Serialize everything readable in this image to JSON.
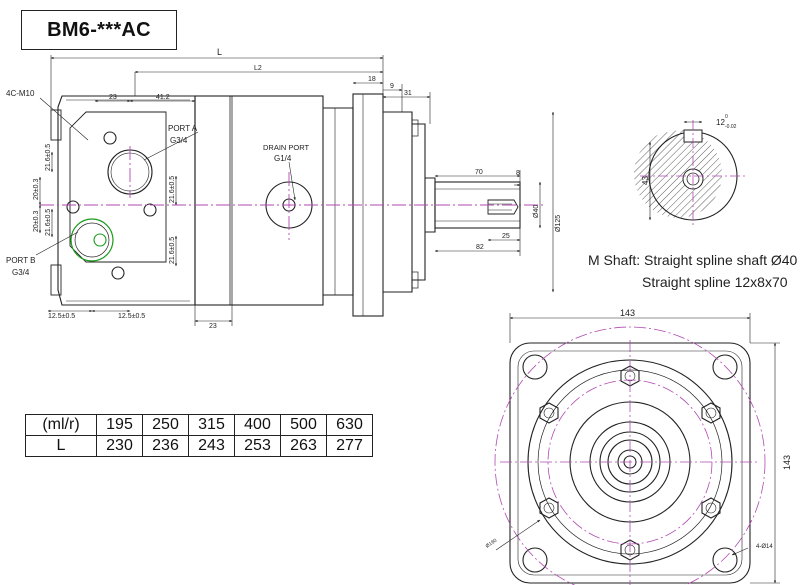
{
  "title": "BM6-***AC",
  "dimensions": {
    "L": "L",
    "L2": "L2",
    "d18": "18",
    "d9": "9",
    "d31": "31",
    "d23_top": "23",
    "d41_2": "41.2",
    "d23_bottom": "23",
    "d70": "70",
    "d8": "8",
    "d25": "25",
    "d82": "82",
    "d12_5_left": "12.5±0.5",
    "d12_5_right": "12.5±0.5",
    "d21_6_a": "21.6±0.5",
    "d21_6_b": "21.6±0.5",
    "d21_6_c": "21.6±0.5",
    "d21_6_d": "21.6±0.5",
    "d20_a": "20±0.3",
    "d20_b": "20±0.3",
    "shaft_dia": "Ø40",
    "pilot_dia": "Ø125",
    "d143_h": "143",
    "d143_v": "143",
    "d43": "43",
    "d12": "12",
    "bolt_circle": "Ø160",
    "bolt_hole": "4-Ø14"
  },
  "labels": {
    "thread": "4C-M10",
    "port_a": "PORT A",
    "port_a_thread": "G3/4",
    "port_b": "PORT B",
    "port_b_thread": "G3/4",
    "drain_port": "DRAIN PORT",
    "drain_thread": "G1/4"
  },
  "shaft_note": {
    "line1": "M Shaft: Straight spline shaft Ø40",
    "line2": "Straight spline 12x8x70"
  },
  "displacement_table": {
    "row1_label": "(ml/r)",
    "row2_label": "L",
    "displacements": [
      "195",
      "250",
      "315",
      "400",
      "500",
      "630"
    ],
    "lengths": [
      "230",
      "236",
      "243",
      "253",
      "263",
      "277"
    ]
  },
  "colors": {
    "line": "#222222",
    "centerline": "#b04ab0",
    "port_highlight": "#1a9b1a"
  }
}
